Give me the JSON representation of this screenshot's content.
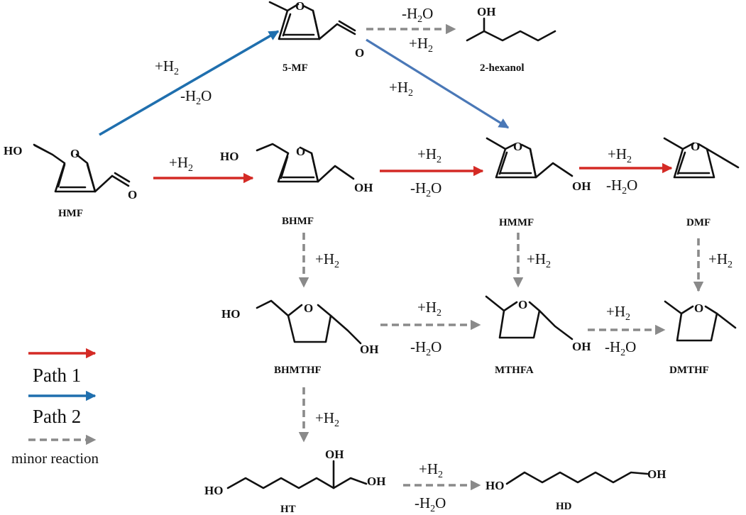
{
  "atoms": {
    "O": "O",
    "HO": "HO",
    "OH": "OH"
  },
  "molecules": {
    "hmf": "HMF",
    "five_mf": "5-MF",
    "two_hexanol": "2-hexanol",
    "bhmf": "BHMF",
    "hmmf": "HMMF",
    "dmf": "DMF",
    "bhmthf": "BHMTHF",
    "mthfa": "MTHFA",
    "dmthf": "DMTHF",
    "ht": "HT",
    "hd": "HD"
  },
  "conditions": {
    "plus_h2": "+H",
    "minus_h2o_pre": "-H",
    "minus_h2o_post": "O",
    "sub2": "2"
  },
  "legend": {
    "path1": "Path 1",
    "path2": "Path 2",
    "minor": "minor reaction"
  },
  "colors": {
    "path1": "#d42a25",
    "path2": "#1f6fae",
    "minor": "#8a8a8a"
  }
}
